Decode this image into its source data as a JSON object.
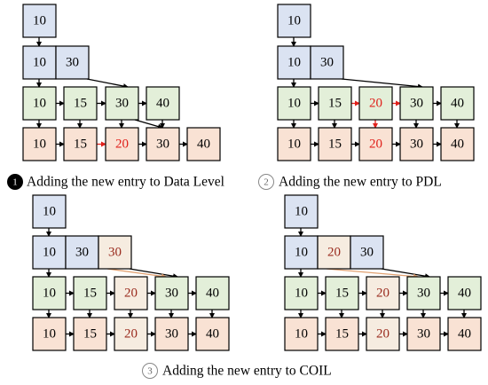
{
  "colors": {
    "index": "#dbe3f2",
    "inner": "#e3efd9",
    "data": "#f9e2d4",
    "border": "#000000",
    "new_entry_text": "#e0201b",
    "new_entry_arrow": "#e0201b",
    "highlight_text": "#9a2b1e",
    "highlight_fill": "#f6ece0",
    "highlight_arrow": "#e0a070"
  },
  "panels": [
    {
      "marker": {
        "number": "1",
        "style": "filled"
      },
      "caption": "Adding the new entry to Data Level",
      "root": [
        "10"
      ],
      "level1": [
        "10",
        "30"
      ],
      "level2": [
        "10",
        "15",
        "30",
        "40"
      ],
      "data": [
        "10",
        "15",
        "20",
        "30",
        "40"
      ],
      "new_entries": {
        "data": [
          2
        ]
      }
    },
    {
      "marker": {
        "number": "2",
        "style": "outline"
      },
      "caption": "Adding the new entry to PDL",
      "root": [
        "10"
      ],
      "level1": [
        "10",
        "30"
      ],
      "level2": [
        "10",
        "15",
        "20",
        "30",
        "40"
      ],
      "data": [
        "10",
        "15",
        "20",
        "30",
        "40"
      ],
      "new_entries": {
        "level2": [
          2
        ],
        "data": [
          2
        ]
      }
    },
    {
      "marker": {
        "number": "3",
        "style": "outline"
      },
      "caption": "Adding the new entry to COIL",
      "root": [
        "10"
      ],
      "level1": [
        "10",
        "30",
        "30"
      ],
      "level2": [
        "10",
        "15",
        "20",
        "30",
        "40"
      ],
      "data": [
        "10",
        "15",
        "20",
        "30",
        "40"
      ],
      "highlighted": {
        "level1": [
          2
        ],
        "level2": [
          2
        ],
        "data": [
          2
        ]
      }
    },
    {
      "root": [
        "10"
      ],
      "level1": [
        "10",
        "20",
        "30"
      ],
      "level2": [
        "10",
        "15",
        "20",
        "30",
        "40"
      ],
      "data": [
        "10",
        "15",
        "20",
        "30",
        "40"
      ],
      "highlighted": {
        "level1": [
          1
        ],
        "level2": [
          2
        ],
        "data": [
          2
        ]
      }
    }
  ]
}
